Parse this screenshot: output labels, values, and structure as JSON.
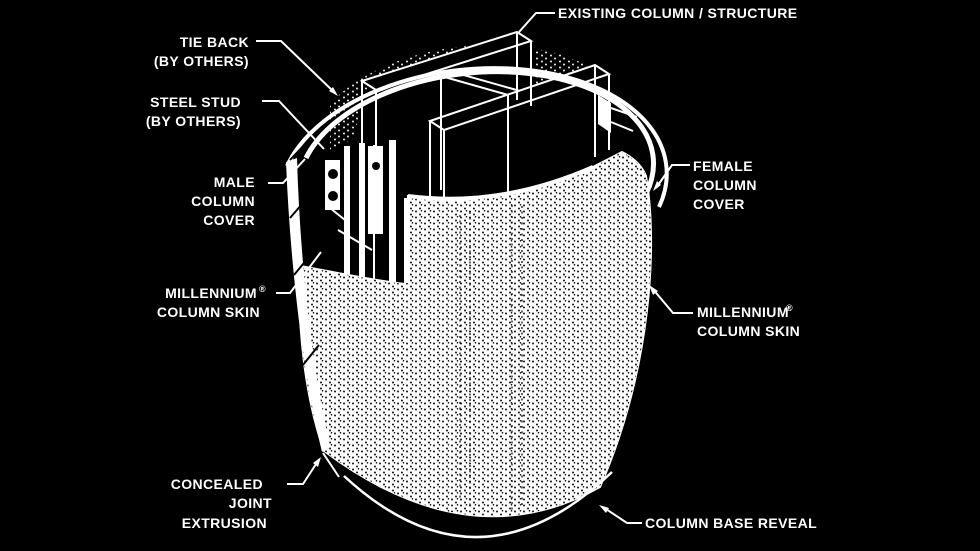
{
  "colors": {
    "background": "#000000",
    "line": "#ffffff"
  },
  "diagram": {
    "labels": {
      "existing_column": "EXISTING COLUMN / STRUCTURE",
      "tie_back_1": "TIE BACK",
      "tie_back_2": "(BY OTHERS)",
      "steel_stud_1": "STEEL STUD",
      "steel_stud_2": "(BY OTHERS)",
      "male_cover_1": "MALE",
      "male_cover_2": "COLUMN",
      "male_cover_3": "COVER",
      "millennium_left_1": "MILLENNIUM",
      "millennium_left_reg": "®",
      "millennium_left_2": "COLUMN SKIN",
      "female_cover_1": "FEMALE",
      "female_cover_2": "COLUMN",
      "female_cover_3": "COVER",
      "millennium_right_1": "MILLENNIUM",
      "millennium_right_reg": "®",
      "millennium_right_2": "COLUMN SKIN",
      "concealed_joint_1": "CONCEALED",
      "concealed_joint_2": "JOINT",
      "concealed_joint_3": "EXTRUSION",
      "base_reveal": "COLUMN BASE REVEAL"
    }
  }
}
